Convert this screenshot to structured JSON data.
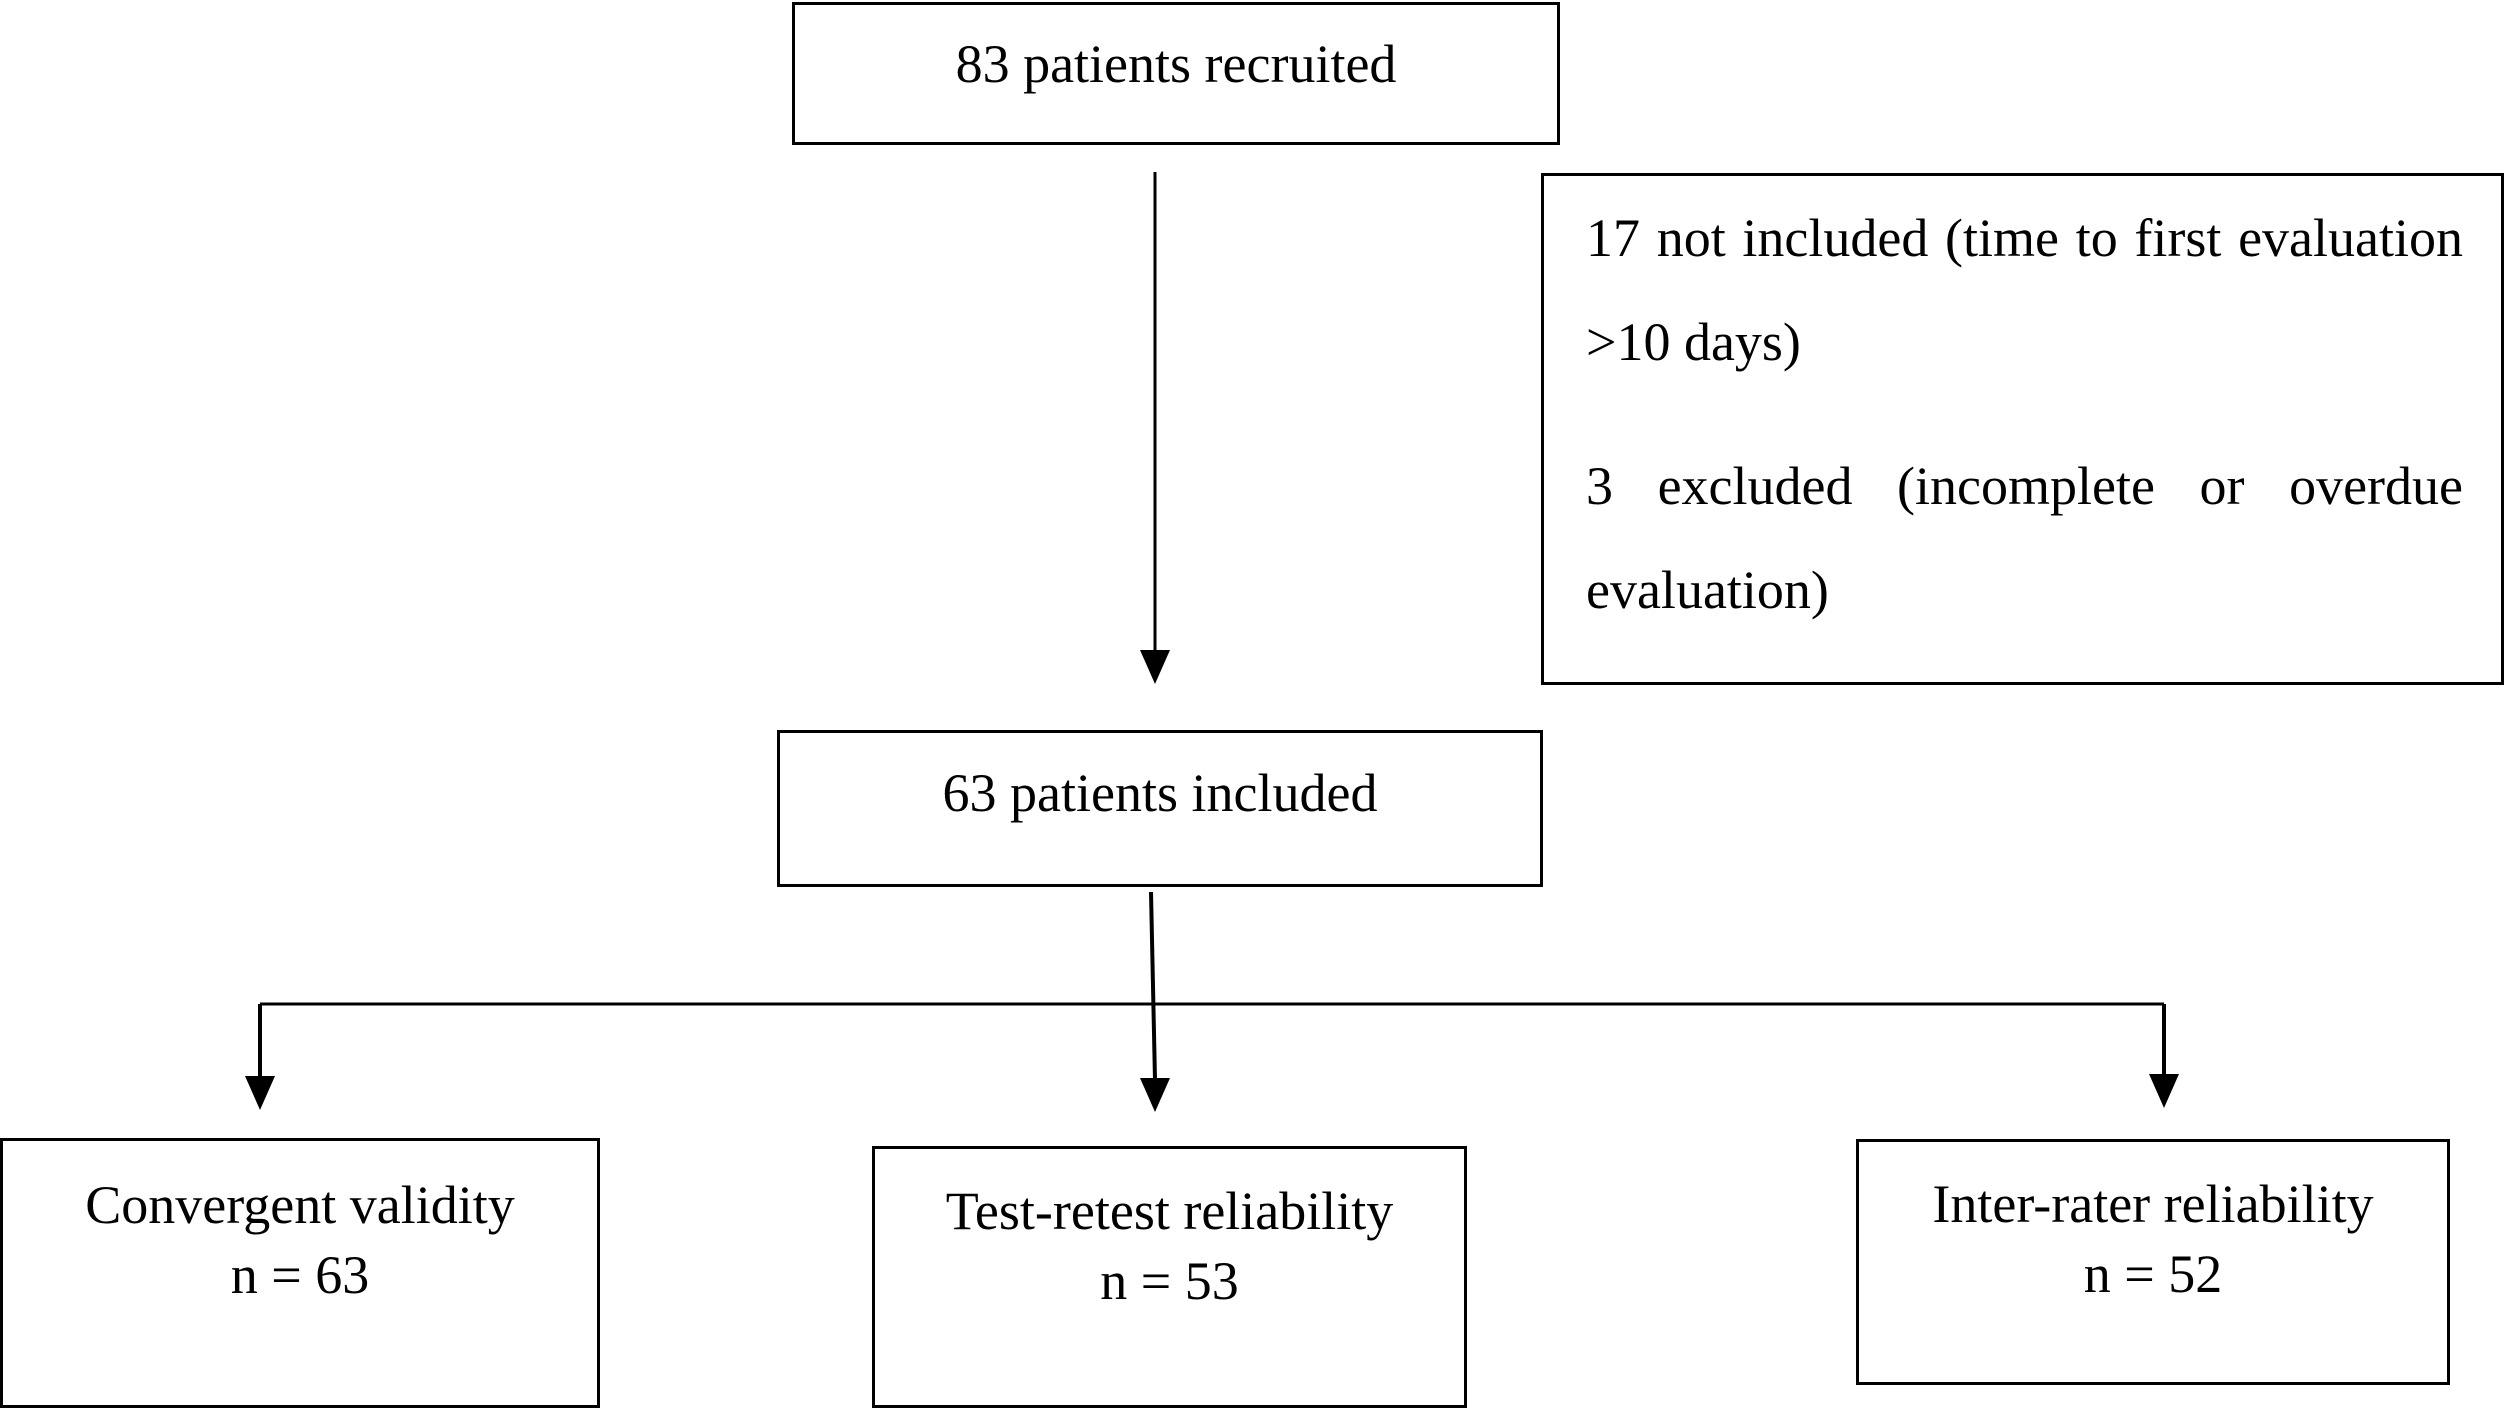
{
  "nodes": {
    "recruited": {
      "text": "83 patients recruited"
    },
    "exclusions": {
      "not_included": "17 not included (time to first evaluation >10 days)",
      "excluded": "3 excluded (incomplete or overdue evaluation)"
    },
    "included": {
      "text": "63 patients included"
    },
    "convergent": {
      "title": "Convergent validity",
      "n": "n = 63"
    },
    "test_retest": {
      "title": "Test-retest reliability",
      "n": "n = 53"
    },
    "inter_rater": {
      "title": "Inter-rater reliability",
      "n": "n = 52"
    }
  }
}
